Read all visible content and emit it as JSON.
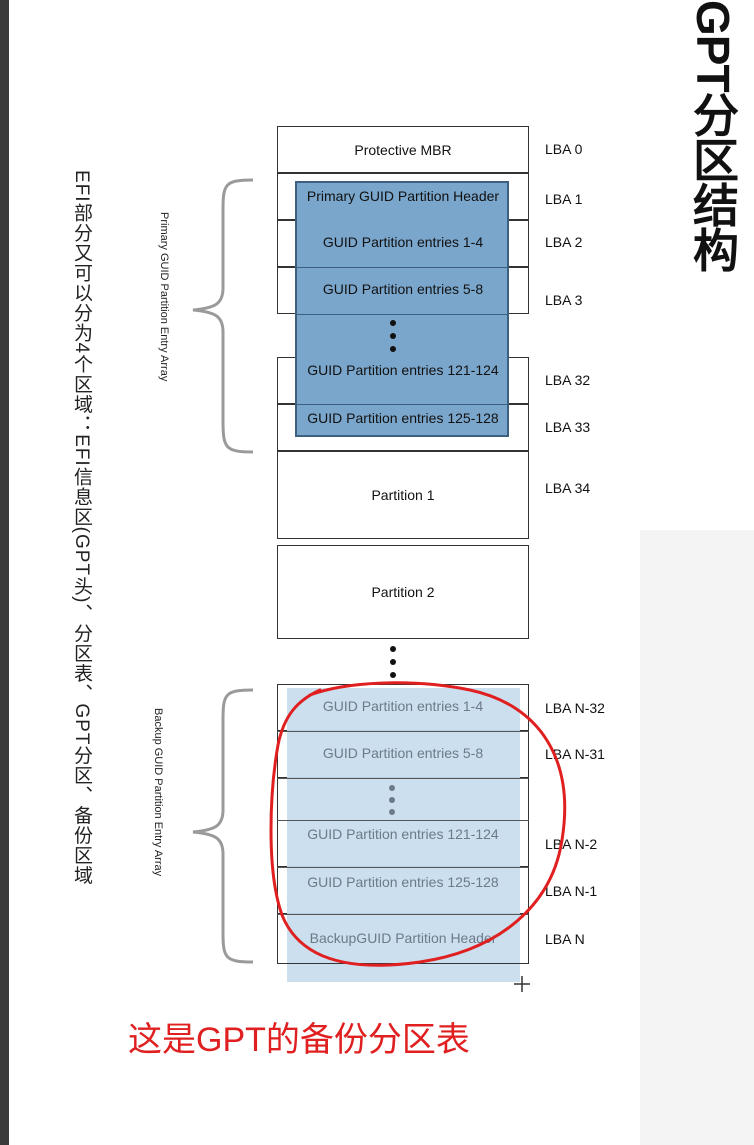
{
  "title": "GPT分区结构",
  "side_note": "EFI部分又可以分为4个区域：EFI信息区(GPT头)、分区表、GPT分区、备份区域",
  "primary_array_label": "Primary GUID Partition Entry Array",
  "backup_array_label": "Backup GUID Partition Entry Array",
  "annotation": "这是GPT的备份分区表",
  "colors": {
    "primary_highlight": "#7aa6cc",
    "backup_highlight": "#c7dcee",
    "annotation": "#e02020"
  },
  "blocks": [
    {
      "label": "Protective MBR",
      "lba": "LBA 0"
    },
    {
      "label": "Primary GUID Partition Header",
      "lba": "LBA 1"
    },
    {
      "label": "GUID Partition entries 1-4",
      "lba": "LBA 2"
    },
    {
      "label": "GUID Partition entries 5-8",
      "lba": "LBA 3"
    },
    {
      "label": "GUID Partition entries 121-124",
      "lba": "LBA 32"
    },
    {
      "label": "GUID Partition entries 125-128",
      "lba": "LBA 33"
    },
    {
      "label": "Partition 1",
      "lba": "LBA 34"
    },
    {
      "label": "Partition 2",
      "lba": ""
    },
    {
      "label": "GUID Partition entries 1-4",
      "lba": "LBA N-32"
    },
    {
      "label": "GUID Partition entries 5-8",
      "lba": "LBA N-31"
    },
    {
      "label": "GUID Partition entries 121-124",
      "lba": "LBA N-2"
    },
    {
      "label": "GUID Partition entries 125-128",
      "lba": "LBA N-1"
    },
    {
      "label": "BackupGUID Partition Header",
      "lba": "LBA N"
    }
  ]
}
